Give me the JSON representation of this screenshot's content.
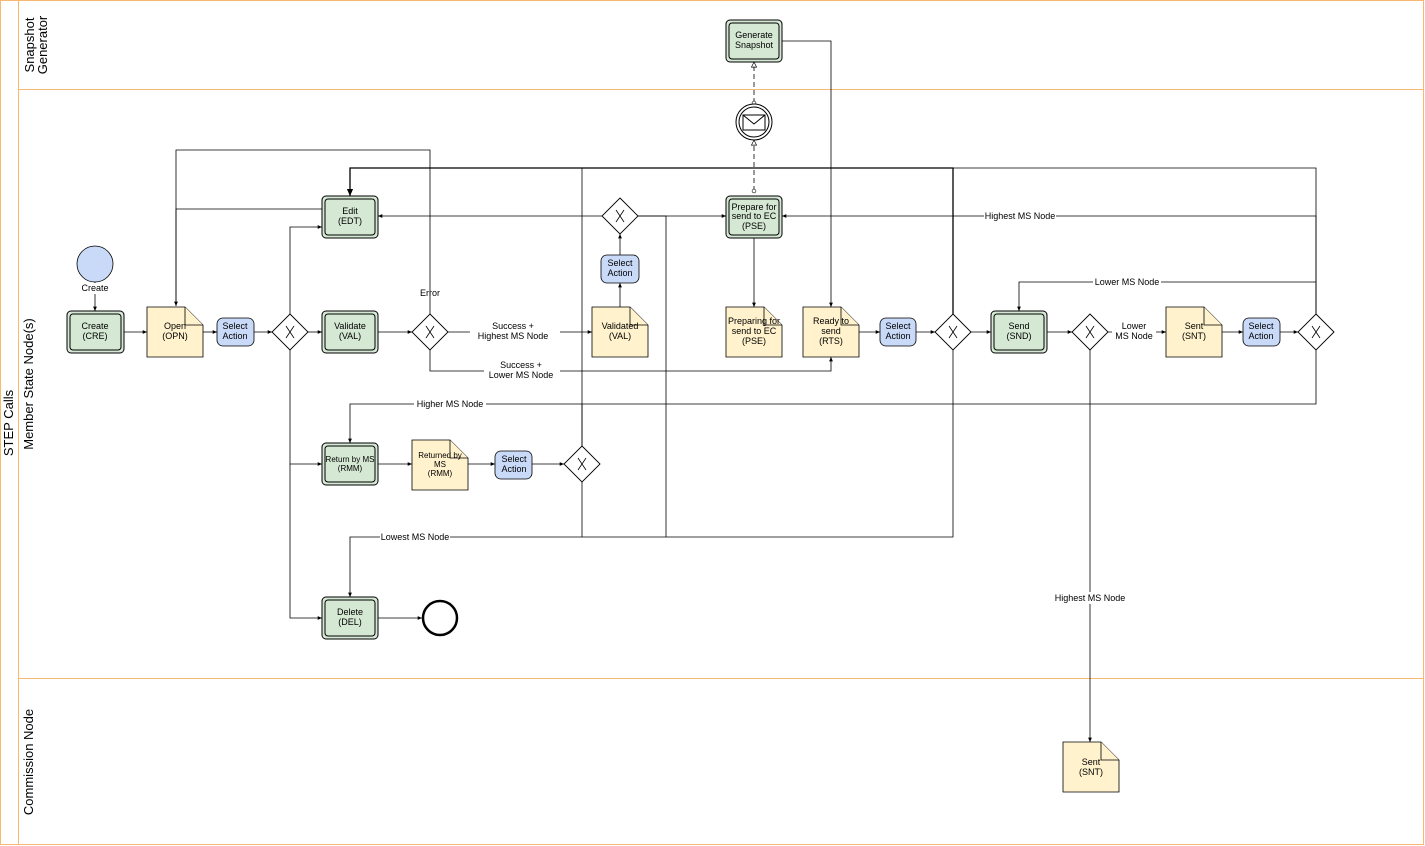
{
  "pool": {
    "title": "STEP Calls"
  },
  "lanes": [
    {
      "id": "snapshot",
      "title_lines": [
        "Snapshot",
        "Generator"
      ]
    },
    {
      "id": "ms",
      "title_lines": [
        "Member State Node(s)"
      ]
    },
    {
      "id": "commission",
      "title_lines": [
        "Commission Node"
      ]
    }
  ],
  "tasks": {
    "generate_snapshot": [
      "Generate",
      "Snapshot"
    ],
    "create": [
      "Create",
      "(CRE)"
    ],
    "edit": [
      "Edit",
      "(EDT)"
    ],
    "validate": [
      "Validate",
      "(VAL)"
    ],
    "prepare": [
      "Prepare for",
      "send to EC",
      "(PSE)"
    ],
    "send": [
      "Send",
      "(SND)"
    ],
    "return_ms": [
      "Return by MS",
      "(RMM)"
    ],
    "delete": [
      "Delete",
      "(DEL)"
    ]
  },
  "documents": {
    "open": [
      "Open",
      "(OPN)"
    ],
    "validated": [
      "Validated",
      "(VAL)"
    ],
    "preparing": [
      "Preparing for",
      "send to EC",
      "(PSE)"
    ],
    "ready": [
      "Ready to",
      "send",
      "(RTS)"
    ],
    "sent_ms": [
      "Sent",
      "(SNT)"
    ],
    "returned": [
      "Returned by",
      "MS",
      "(RMM)"
    ],
    "sent_commission": [
      "Sent",
      "(SNT)"
    ]
  },
  "select_actions": {
    "label_lines": [
      "Select",
      "Action"
    ]
  },
  "events": {
    "start_label": "Create"
  },
  "edge_labels": {
    "error": "Error",
    "success_highest": [
      "Success +",
      "Highest MS Node"
    ],
    "success_lower": [
      "Success +",
      "Lower MS Node"
    ],
    "higher_ms": "Higher MS Node",
    "lowest_ms": "Lowest MS Node",
    "highest_ms_top": "Highest MS Node",
    "lower_ms_top": "Lower MS Node",
    "lower_ms_mid": [
      "Lower",
      "MS Node"
    ],
    "highest_ms_down": "Highest MS Node"
  },
  "colors": {
    "task": "#d5e8d4",
    "document": "#fff2cc",
    "select_action": "#c9daf8",
    "start_event": "#c9daf8",
    "lane_border": "#f5b971"
  }
}
